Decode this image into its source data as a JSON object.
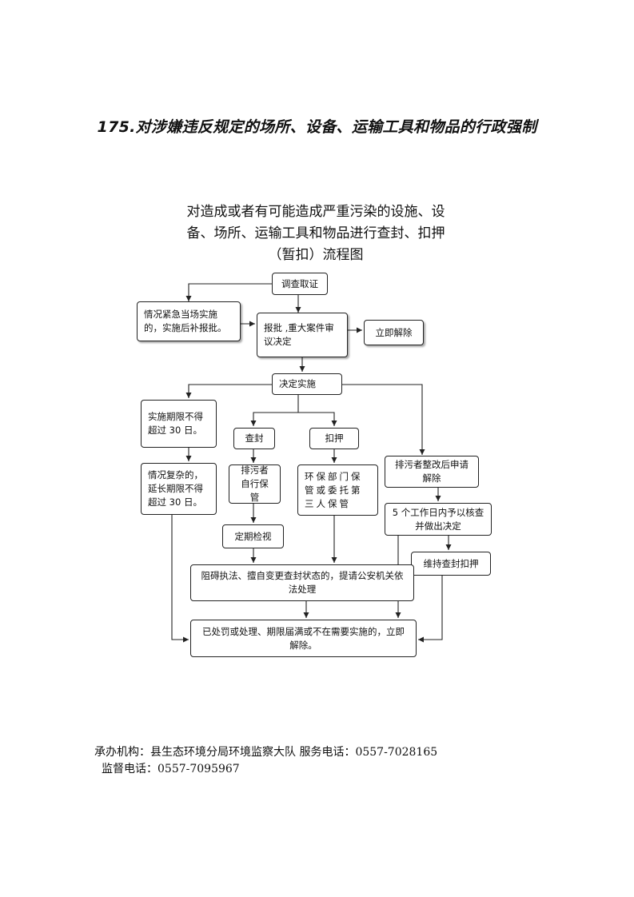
{
  "page": {
    "title": "175.对涉嫌违反规定的场所、设备、运输工具和物品的行政强制"
  },
  "flowchart": {
    "title_lines": [
      "对造成或者有可能造成严重污染的设施、设",
      "备、场所、运输工具和物品进行查封、扣押",
      "（暂扣）流程图"
    ],
    "nodes": {
      "investigate": "调查取证",
      "urgent": "情况紧急当场实施的，实施后补报批。",
      "approve": "报批 ,重大案件审议决定",
      "release_immediately": "立即解除",
      "decide_implement": "决定实施",
      "time_limit": "实施期限不得超过 30 日。",
      "seal": "查封",
      "seize": "扣押",
      "complex_extend": "情况复杂的，延长期限不得超过 30 日。",
      "polluter_custody": "排污者自行保管",
      "env_dept_custody": "环保部门保管或委托第三人保管",
      "polluter_apply": "排污者整改后申请解除",
      "review_5days": "5 个工作日内予以核查并做出决定",
      "regular_inspection": "定期检视",
      "maintain": "维持查封扣押",
      "obstruct_police": "阻碍执法、擅自变更查封状态的，提请公安机关依法处理",
      "final_release": "已处罚或处理、期限届满或不在需要实施的，立即解除。"
    }
  },
  "footer": {
    "line1": "承办机构：县生态环境分局环境监察大队 服务电话：0557-7028165",
    "line2": "监督电话：0557-7095967"
  }
}
